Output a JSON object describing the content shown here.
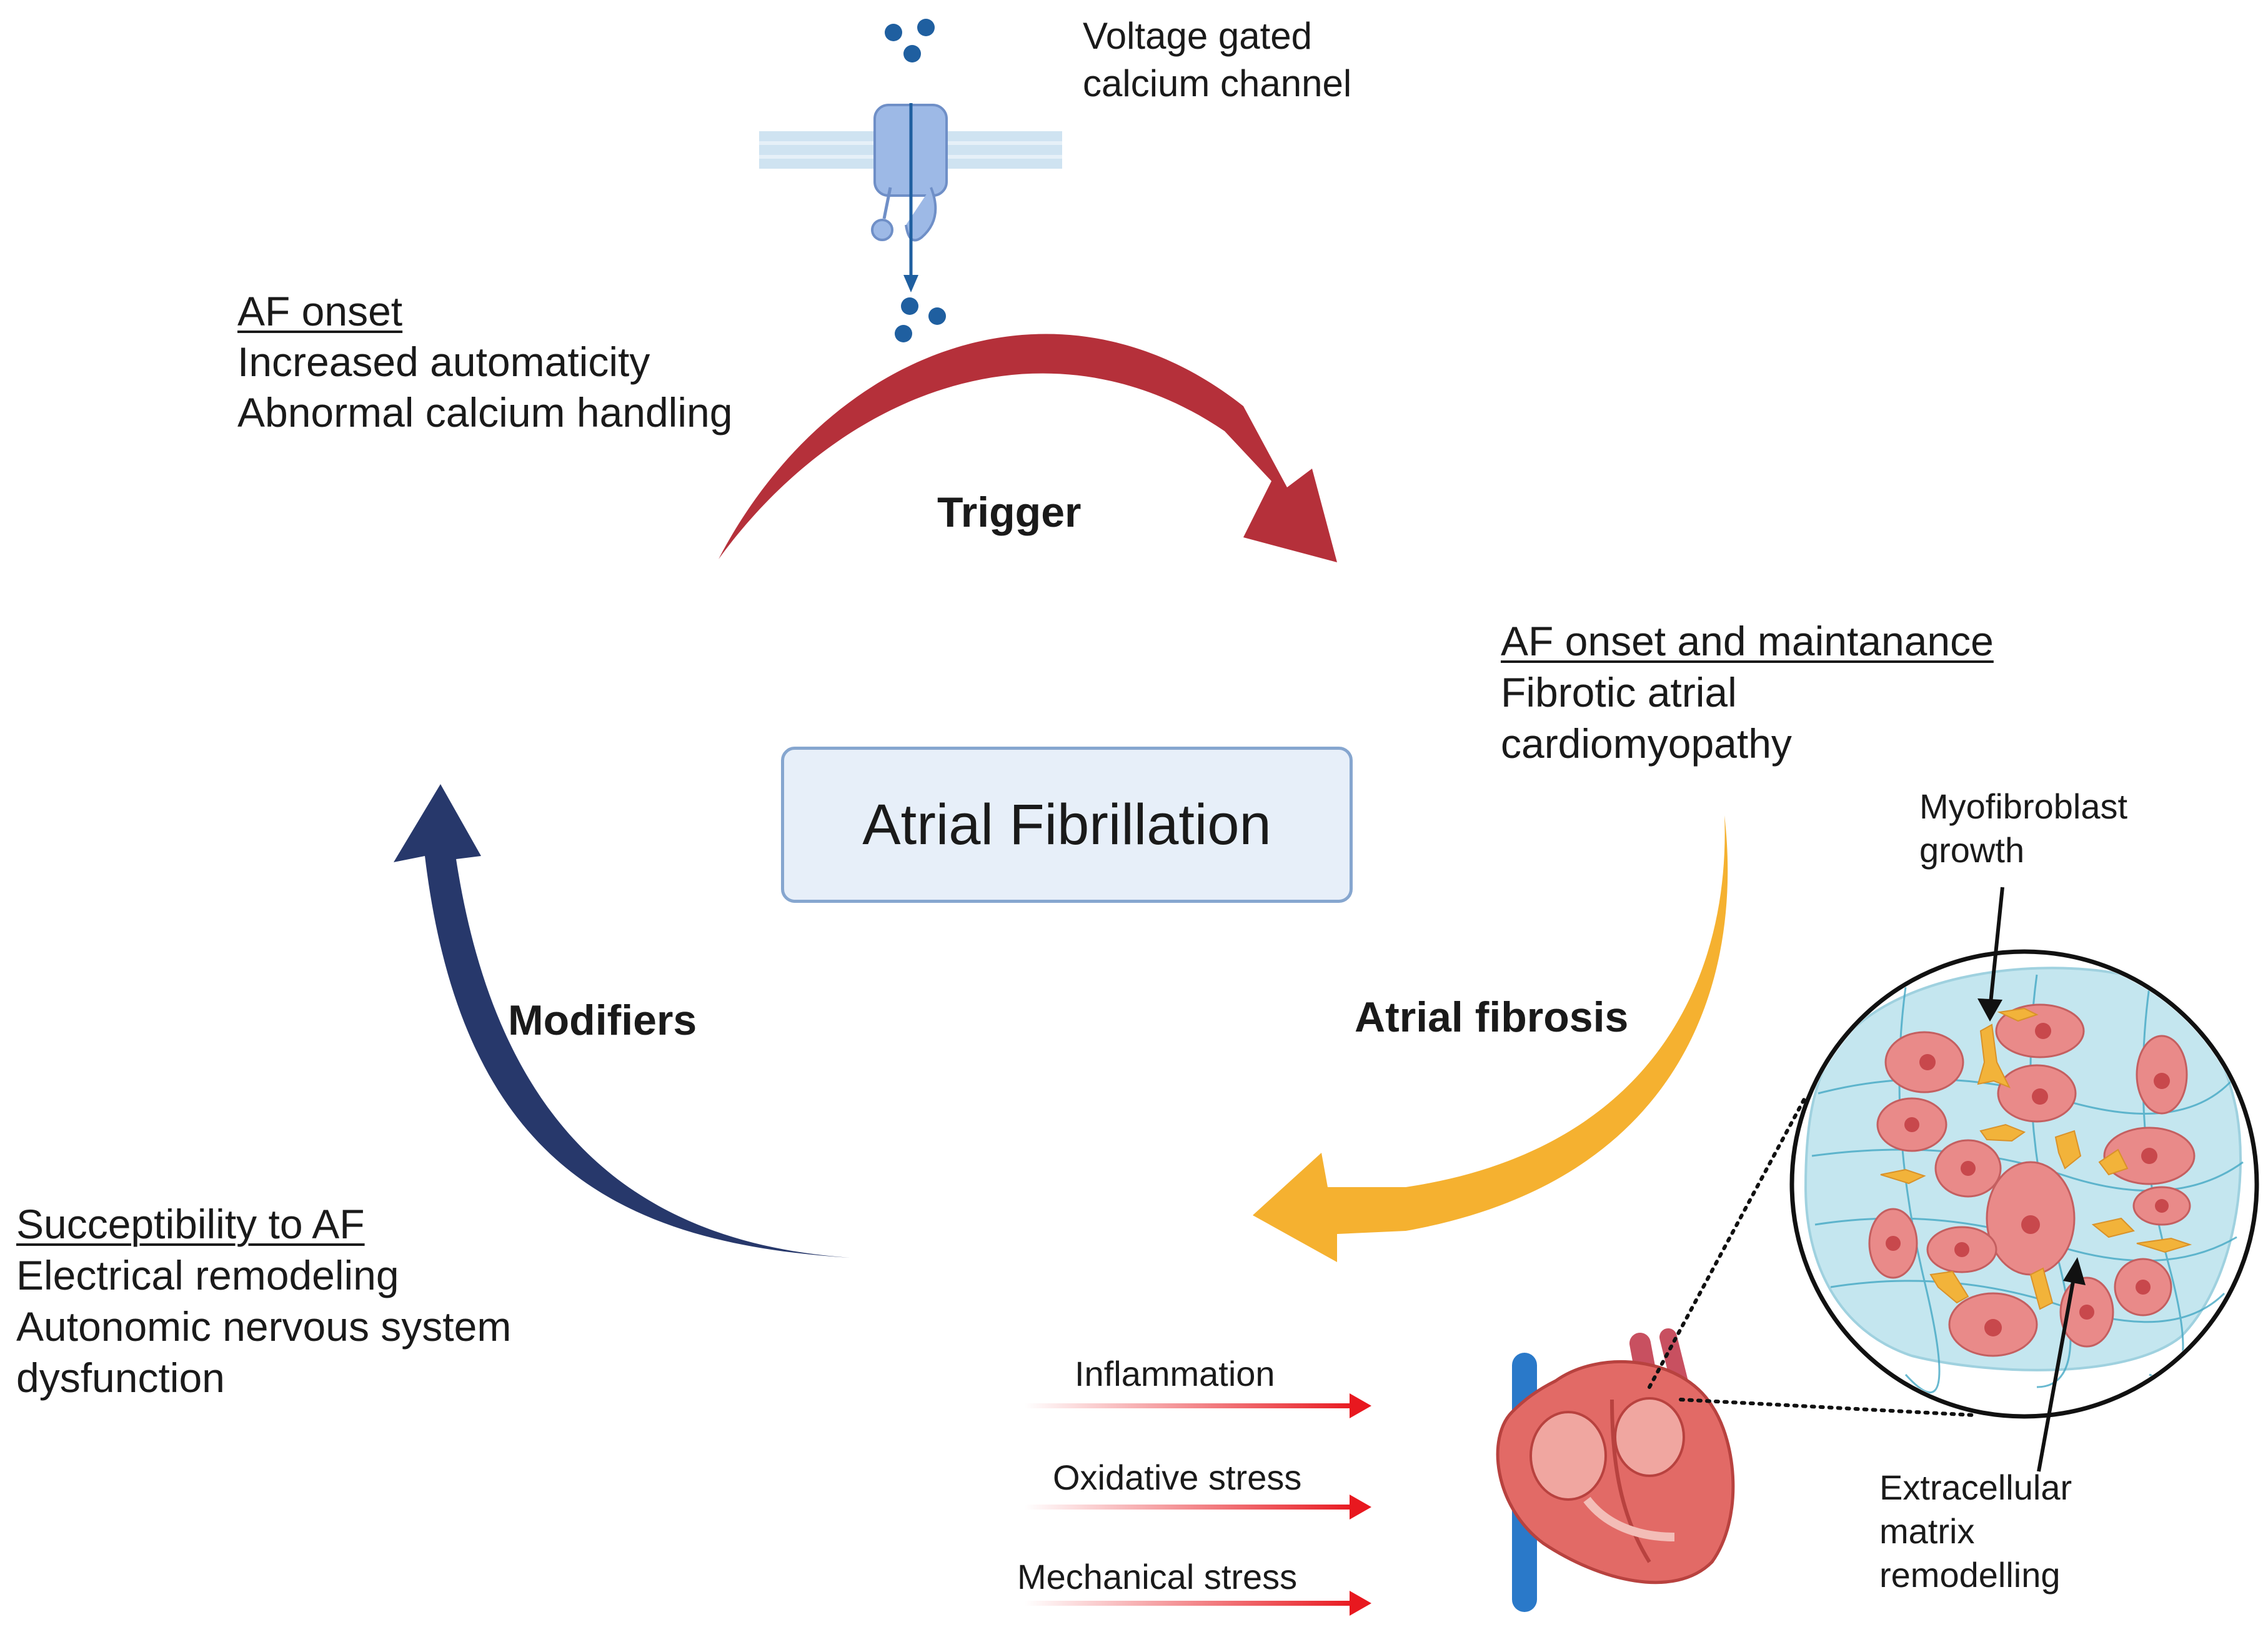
{
  "center": {
    "title": "Atrial Fibrillation"
  },
  "trigger": {
    "arrow_label": "Trigger",
    "heading": "AF onset",
    "lines": [
      "Increased automaticity",
      "Abnormal calcium handling"
    ],
    "channel_label": [
      "Voltage gated",
      "calcium channel"
    ]
  },
  "fibrosis": {
    "arrow_label": "Atrial fibrosis",
    "heading": "AF onset and maintanance",
    "lines": [
      "Fibrotic atrial",
      "cardiomyopathy"
    ],
    "inset_top_label": [
      "Myofibroblast",
      "growth"
    ],
    "inset_bottom_label": [
      "Extracellular",
      "matrix",
      "remodelling"
    ]
  },
  "modifiers": {
    "arrow_label": "Modifiers",
    "heading": "Succeptibility to AF",
    "lines": [
      "Electrical remodeling",
      "Autonomic nervous system",
      "dysfunction"
    ]
  },
  "stressors": [
    "Inflammation",
    "Oxidative stress",
    "Mechanical stress"
  ],
  "colors": {
    "trigger_arrow": "#b5303a",
    "fibrosis_arrow": "#f5b130",
    "modifiers_arrow": "#27386b",
    "stress_arrow": "#e8181f",
    "box_fill": "#e7eff9",
    "box_border": "#86a6cf",
    "calcium_ion": "#1f5fa0",
    "tissue_bg": "#c4e6ef",
    "cell_fill": "#e98a89",
    "myofibroblast": "#f2b33a"
  }
}
